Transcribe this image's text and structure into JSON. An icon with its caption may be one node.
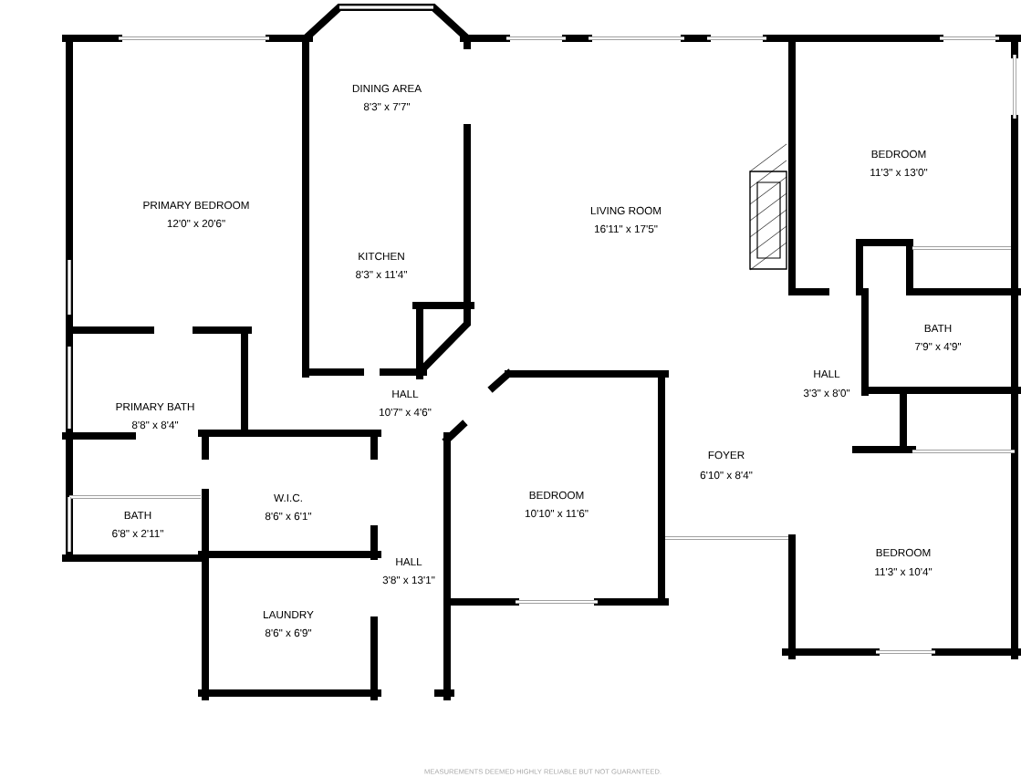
{
  "diagram": {
    "labels": [
      "DINING AREA",
      "8'3\" x 7'7\"",
      "BEDROOM",
      "11'3\" x 13'0\"",
      "PRIMARY BEDROOM",
      "12'0\" x 20'6\"",
      "LIVING ROOM",
      "16'11\" x 17'5\"",
      "KITCHEN",
      "8'3\" x 11'4\"",
      "BATH",
      "7'9\" x 4'9\"",
      "HALL",
      "3'3\" x 8'0\"",
      "PRIMARY BATH",
      "8'8\" x 8'4\"",
      "HALL",
      "10'7\" x 4'6\"",
      "FOYER",
      "6'10\" x 8'4\"",
      "W.I.C.",
      "8'6\" x 6'1\"",
      "BEDROOM",
      "10'10\" x 11'6\"",
      "BATH",
      "6'8\" x 2'11\"",
      "BEDROOM",
      "11'3\" x 10'4\"",
      "HALL",
      "3'8\" x 13'1\"",
      "LAUNDRY",
      "8'6\" x 6'9\"",
      "MEASUREMENTS DEEMED HIGHLY RELIABLE BUT NOT GUARANTEED."
    ]
  }
}
